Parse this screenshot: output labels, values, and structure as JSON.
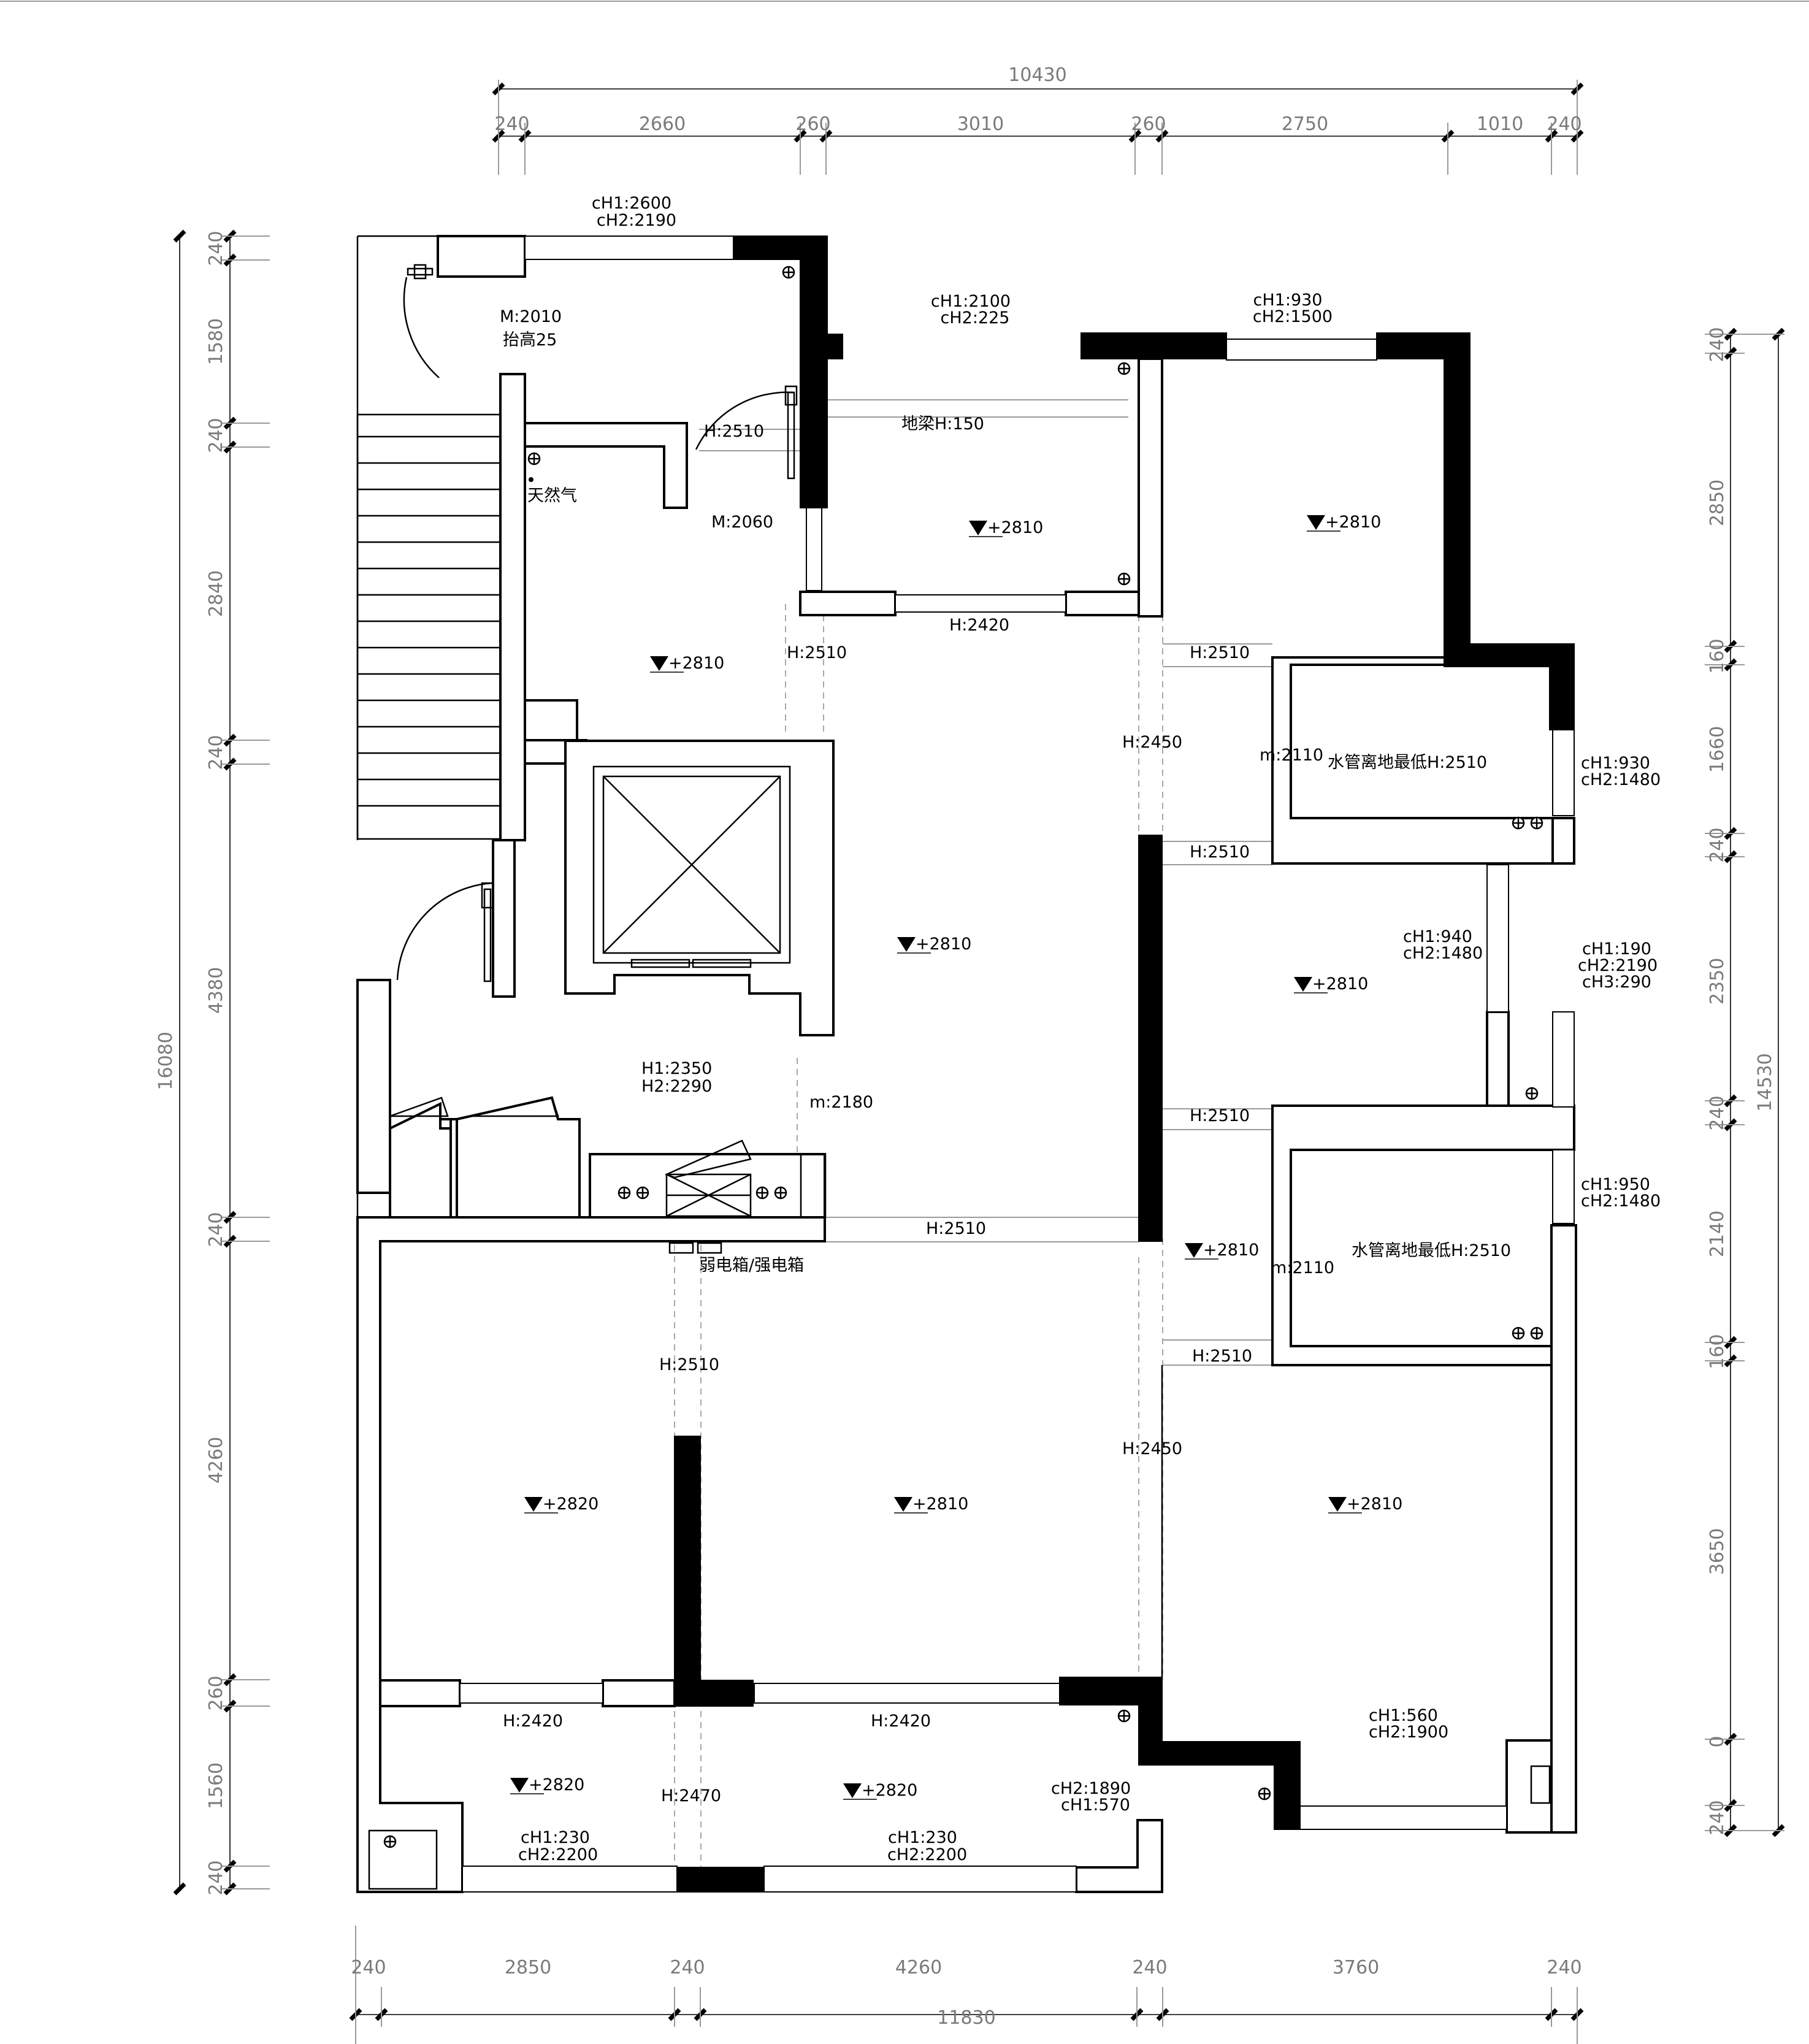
{
  "dims": {
    "top_total": "10430",
    "top_segments": [
      "240",
      "2660",
      "260",
      "3010",
      "260",
      "2750",
      "1010",
      "240"
    ],
    "bottom_total": "11830",
    "bottom_segments": [
      "240",
      "2850",
      "240",
      "4260",
      "240",
      "3760",
      "240"
    ],
    "left_total": "16080",
    "left_segments": [
      "240",
      "1580",
      "240",
      "2840",
      "240",
      "4380",
      "240",
      "4260",
      "260",
      "1560",
      "240"
    ],
    "right_total": "14530",
    "right_segments": [
      "240",
      "2850",
      "160",
      "1660",
      "240",
      "2350",
      "240",
      "2140",
      "160",
      "3650",
      "0",
      "240"
    ]
  },
  "labels": {
    "entry_ch1": "cH1:2600",
    "entry_ch2": "cH2:2190",
    "door_main": "M:2010",
    "raise": "抬高25",
    "gas": "天然气",
    "h2510_kitchen": "H:2510",
    "door_kitchen": "M:2060",
    "beam": "地梁H:150",
    "kitchen_ch1": "cH1:2100",
    "kitchen_ch2": "cH2:225",
    "bed1_ch1": "cH1:930",
    "bed1_ch2": "cH2:1500",
    "h2420_kitchen": "H:2420",
    "h2510_corr": "H:2510",
    "h2510_bath1_top": "H:2510",
    "h2450_upper": "H:2450",
    "m2110_bath1": "m:2110",
    "bath1_pipe": "水管离地最低H:2510",
    "bath1_win_ch1": "cH1:930",
    "bath1_win_ch2": "cH2:1480",
    "h2510_bath1_bot": "H:2510",
    "mid_ch1": "cH1:940",
    "mid_ch2": "cH2:1480",
    "mid_r_ch1": "cH1:190",
    "mid_r_ch2": "cH2:2190",
    "mid_r_ch3": "cH3:290",
    "h1_2350": "H1:2350",
    "h2_2290": "H2:2290",
    "m2180": "m:2180",
    "h2510_bath2_top": "H:2510",
    "bath2_win_ch1": "cH1:950",
    "bath2_win_ch2": "cH2:1480",
    "h2510_living": "H:2510",
    "elec_box": "弱电箱/强电箱",
    "m2110_bath2": "m:2110",
    "bath2_pipe": "水管离地最低H:2510",
    "h2510_bath2_bot": "H:2510",
    "h2510_left": "H:2510",
    "h2450_lower": "H:2450",
    "bed3_ch1": "cH1:560",
    "bed3_ch2": "cH2:1900",
    "h2420_left": "H:2420",
    "h2420_mid": "H:2420",
    "h2470": "H:2470",
    "bal_r_ch2": "cH2:1890",
    "bal_r_ch1": "cH1:570",
    "bal_l_ch1": "cH1:230",
    "bal_l_ch2": "cH2:2200",
    "bal_m_ch1": "cH1:230",
    "bal_m_ch2": "cH2:2200"
  },
  "levels": {
    "kitchen": "+2810",
    "bed_ne": "+2810",
    "entry": "+2810",
    "living_mid": "+2810",
    "east_mid": "+2810",
    "east_low": "+2810",
    "bed_sw": "+2820",
    "living_low": "+2810",
    "bed_se": "+2810",
    "balcony_l": "+2820",
    "balcony_m": "+2820"
  }
}
